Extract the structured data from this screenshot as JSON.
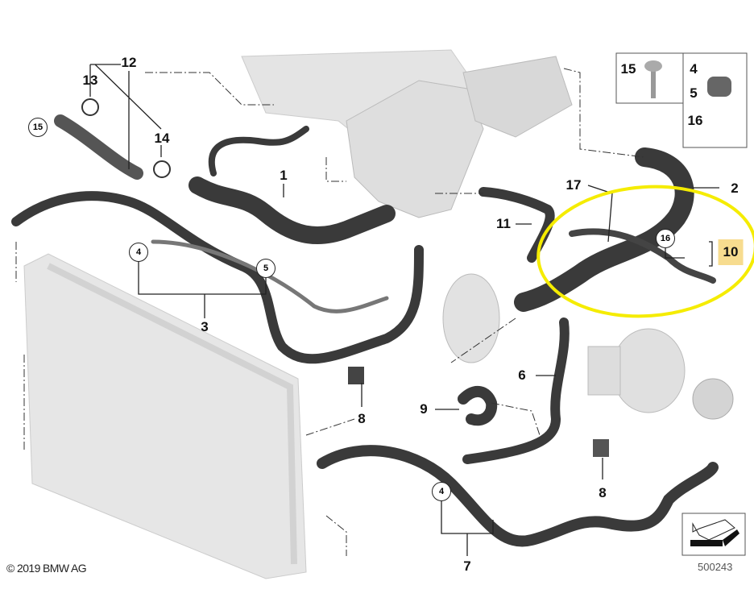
{
  "diagram": {
    "labels": {
      "l1": "1",
      "l2": "2",
      "l3": "3",
      "l4a": "4",
      "l4b": "4",
      "l4c": "4",
      "l5a": "5",
      "l5b": "5",
      "l6": "6",
      "l7": "7",
      "l8a": "8",
      "l8b": "8",
      "l9": "9",
      "l10": "10",
      "l11": "11",
      "l12": "12",
      "l13": "13",
      "l14": "14",
      "l15a": "15",
      "l15b": "15",
      "l16a": "16",
      "l16b": "16",
      "l17": "17"
    },
    "highlighted_part": "10",
    "copyright": "© 2019 BMW AG",
    "diagram_number": "500243",
    "colors": {
      "highlight": "#f7dc8f",
      "circle_marker": "#f5ec00",
      "hose": "#3a3a3a"
    }
  }
}
